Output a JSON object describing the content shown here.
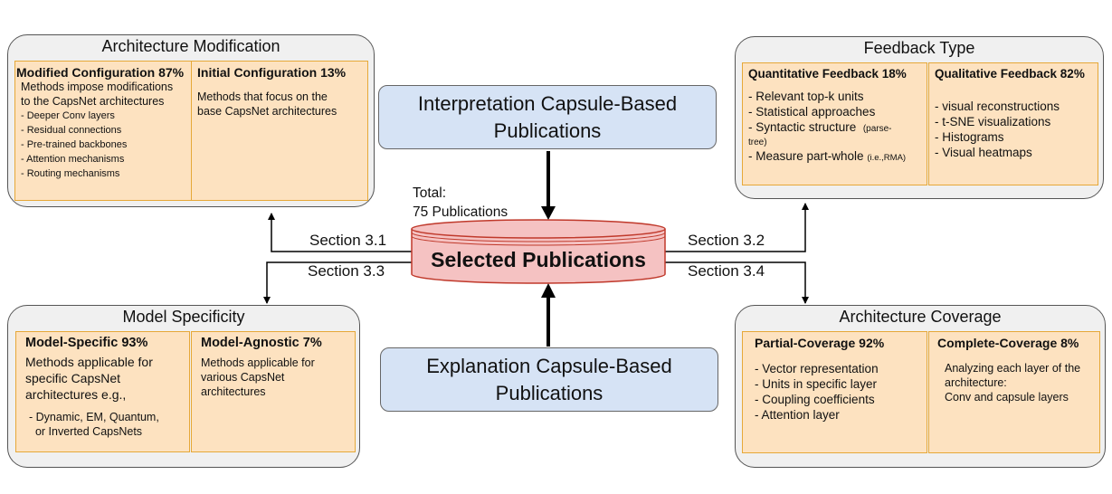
{
  "center": {
    "title": "Selected Publications",
    "total_line1": "Total:",
    "total_line2": "75 Publications"
  },
  "top_box": {
    "line1": "Interpretation Capsule-Based",
    "line2": "Publications"
  },
  "bottom_box": {
    "line1": "Explanation Capsule-Based",
    "line2": "Publications"
  },
  "sections": {
    "s31": "Section 3.1",
    "s32": "Section 3.2",
    "s33": "Section 3.3",
    "s34": "Section 3.4"
  },
  "arch_mod": {
    "title": "Architecture Modification",
    "left": {
      "title": "Modified Configuration 87%",
      "desc1": "Methods impose modifications",
      "desc2": "to the CapsNet architectures",
      "items": [
        "- Deeper Conv layers",
        "- Residual connections",
        "- Pre-trained backbones",
        "- Attention mechanisms",
        "- Routing mechanisms"
      ]
    },
    "right": {
      "title": "Initial Configuration 13%",
      "desc1": "Methods that focus on the",
      "desc2": "base CapsNet architectures"
    }
  },
  "feedback": {
    "title": "Feedback Type",
    "left": {
      "title": "Quantitative Feedback 18%",
      "item1": "- Relevant top-k units",
      "item2": "- Statistical approaches",
      "item3_main": "- Syntactic structure",
      "item3_small_a": "(parse-",
      "item3_small_b": "tree)",
      "item4_main": "- Measure part-whole",
      "item4_small": "(i.e.,RMA)"
    },
    "right": {
      "title": "Qualitative Feedback 82%",
      "items": [
        "- visual reconstructions",
        "- t-SNE visualizations",
        "- Histograms",
        "- Visual heatmaps"
      ]
    }
  },
  "model_spec": {
    "title": "Model Specificity",
    "left": {
      "title": "Model-Specific 93%",
      "desc": [
        "Methods applicable for",
        "specific CapsNet",
        "architectures e.g.,"
      ],
      "items": [
        "- Dynamic, EM, Quantum,",
        "  or Inverted CapsNets"
      ]
    },
    "right": {
      "title": "Model-Agnostic 7%",
      "desc": [
        "Methods applicable for",
        "various CapsNet",
        "architectures"
      ]
    }
  },
  "arch_cov": {
    "title": "Architecture Coverage",
    "left": {
      "title": "Partial-Coverage 92%",
      "items": [
        "- Vector representation",
        "- Units in specific layer",
        "- Coupling coefficients",
        "- Attention layer"
      ]
    },
    "right": {
      "title": "Complete-Coverage 8%",
      "desc": [
        "Analyzing each layer of the",
        "architecture:",
        "Conv and capsule layers"
      ]
    }
  }
}
